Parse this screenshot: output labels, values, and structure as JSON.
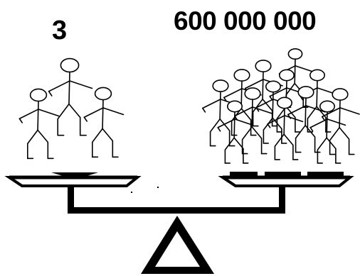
{
  "left_pan": {
    "count_label": "3",
    "figure_count": 3
  },
  "right_pan": {
    "count_label": "600 000 000",
    "figure_count": 13
  },
  "colors": {
    "ink": "#000000",
    "background": "#ffffff"
  },
  "icons": {
    "figure": "stick-figure-icon",
    "fulcrum": "triangle-fulcrum-icon"
  }
}
